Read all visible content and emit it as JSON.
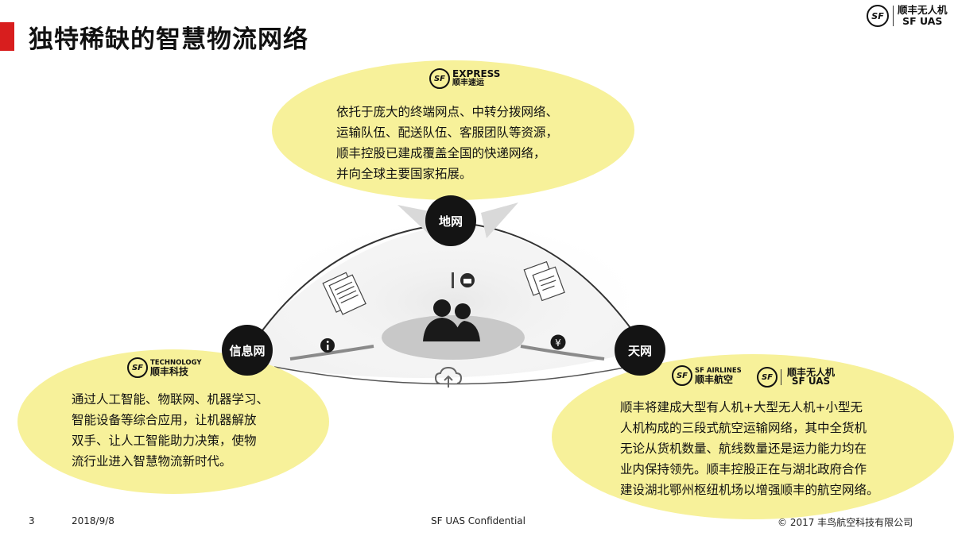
{
  "slide": {
    "title": "独特稀缺的智慧物流网络",
    "brand": {
      "name_cn": "顺丰无人机",
      "name_en": "SF UAS",
      "logo_text": "SF"
    }
  },
  "nodes": {
    "ground": "地网",
    "info": "信息网",
    "sky": "天网"
  },
  "top_bubble": {
    "logo": {
      "mark": "SF",
      "line1": "EXPRESS",
      "line2": "顺丰速运"
    },
    "lines": [
      "依托于庞大的终端网点、中转分拨网络、",
      "运输队伍、配送队伍、客服团队等资源，",
      "顺丰控股已建成覆盖全国的快递网络，",
      "并向全球主要国家拓展。"
    ]
  },
  "left_bubble": {
    "logo": {
      "mark": "SF",
      "line1": "TECHNOLOGY",
      "line2": "顺丰科技"
    },
    "lines": [
      "通过人工智能、物联网、机器学习、",
      "智能设备等综合应用，让机器解放",
      "双手、让人工智能助力决策，使物",
      "流行业进入智慧物流新时代。"
    ]
  },
  "right_bubble": {
    "logos": [
      {
        "mark": "SF",
        "line1": "SF AIRLINES",
        "line2": "顺丰航空"
      },
      {
        "mark": "SF",
        "line1": "顺丰无人机",
        "line2": "SF UAS"
      }
    ],
    "lines": [
      "顺丰将建成大型有人机+大型无人机+小型无",
      "人机构成的三段式航空运输网络，其中全货机",
      "无论从货机数量、航线数量还是运力能力均在",
      "业内保持领先。顺丰控股正在与湖北政府合作",
      "建设湖北鄂州枢纽机场以增强顺丰的航空网络。"
    ]
  },
  "icons": [
    "documents-icon",
    "info-icon",
    "calendar-icon",
    "papers-icon",
    "yen-icon",
    "cloud-upload-icon",
    "people-icon"
  ],
  "footer": {
    "page": "3",
    "date": "2018/9/8",
    "confidential": "SF UAS Confidential",
    "copyright": "© 2017 丰鸟航空科技有限公司"
  },
  "colors": {
    "accent": "#d81e1e",
    "bubble": "#f7f19a",
    "node": "#141414"
  }
}
